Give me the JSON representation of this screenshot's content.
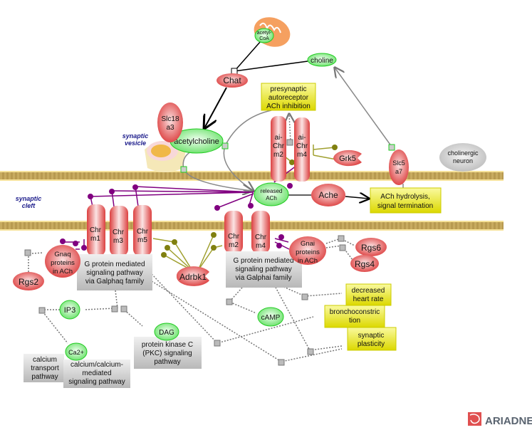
{
  "nodes": {
    "acetyl_coa": [
      "acetyl-",
      "CoA"
    ],
    "choline": "choline",
    "chat": "Chat",
    "slc18a3": [
      "Slc18",
      "a3"
    ],
    "acetylcholine": "acetylcholine",
    "released_ach": [
      "released",
      "ACh"
    ],
    "ache": "Ache",
    "ai_chrm2": [
      "ai-",
      "Chr",
      "m2"
    ],
    "ai_chrm4": [
      "ai-",
      "Chr",
      "m4"
    ],
    "grk5": "Grk5",
    "slc5a7": [
      "Slc5",
      "a7"
    ],
    "cholinergic_neuron": [
      "cholinergic",
      "neuron"
    ],
    "chrm1": [
      "Chr",
      "m1"
    ],
    "chrm3": [
      "Chr",
      "m3"
    ],
    "chrm5": [
      "Chr",
      "m5"
    ],
    "chrm2": [
      "Chr",
      "m2"
    ],
    "chrm4": [
      "Chr",
      "m4"
    ],
    "gnaq": [
      "Gnaq",
      "proteins",
      "in ACh"
    ],
    "gnai": [
      "Gnai",
      "proteins",
      "in ACh"
    ],
    "rgs2": "Rgs2",
    "rgs6": "Rgs6",
    "rgs4": "Rgs4",
    "adrbk1": "Adrbk1",
    "ip3": "IP3",
    "dag": "DAG",
    "ca2": "Ca2+",
    "camp": "cAMP"
  },
  "processes": {
    "presynaptic": [
      "presynaptic",
      "autoreceptor",
      "ACh inhibition"
    ],
    "hydrolysis": [
      "ACh hydrolysis,",
      "signal termination"
    ],
    "heart_rate": [
      "decreased",
      "heart rate"
    ],
    "broncho": [
      "bronchoconstric",
      "tion"
    ],
    "plasticity": [
      "synaptic",
      "plasticity"
    ]
  },
  "pathways": {
    "galphaq": [
      "G protein mediated",
      "signaling pathway",
      "via Galphaq family"
    ],
    "galphai": [
      "G protein mediated",
      "signaling pathway",
      "via Galphai family"
    ],
    "pkc": [
      "protein kinase C",
      "(PKC) signaling",
      "pathway"
    ],
    "calcium_transport": [
      "calcium",
      "transport",
      "pathway"
    ],
    "calcium_mediated": [
      "calcium/calcium-",
      "mediated",
      "signaling pathway"
    ]
  },
  "compartments": {
    "vesicle": [
      "synaptic",
      "vesicle"
    ],
    "cleft": [
      "synaptic",
      "cleft"
    ]
  },
  "logo": "ARIADNE",
  "colors": {
    "protein": "#e04848",
    "small_molecule": "#5ee05e",
    "process": "#e6e01a",
    "pathway": "#c8c8c8",
    "membrane": "#b89a50",
    "inhibitor_link": "#808020",
    "binding_link": "#800080"
  }
}
